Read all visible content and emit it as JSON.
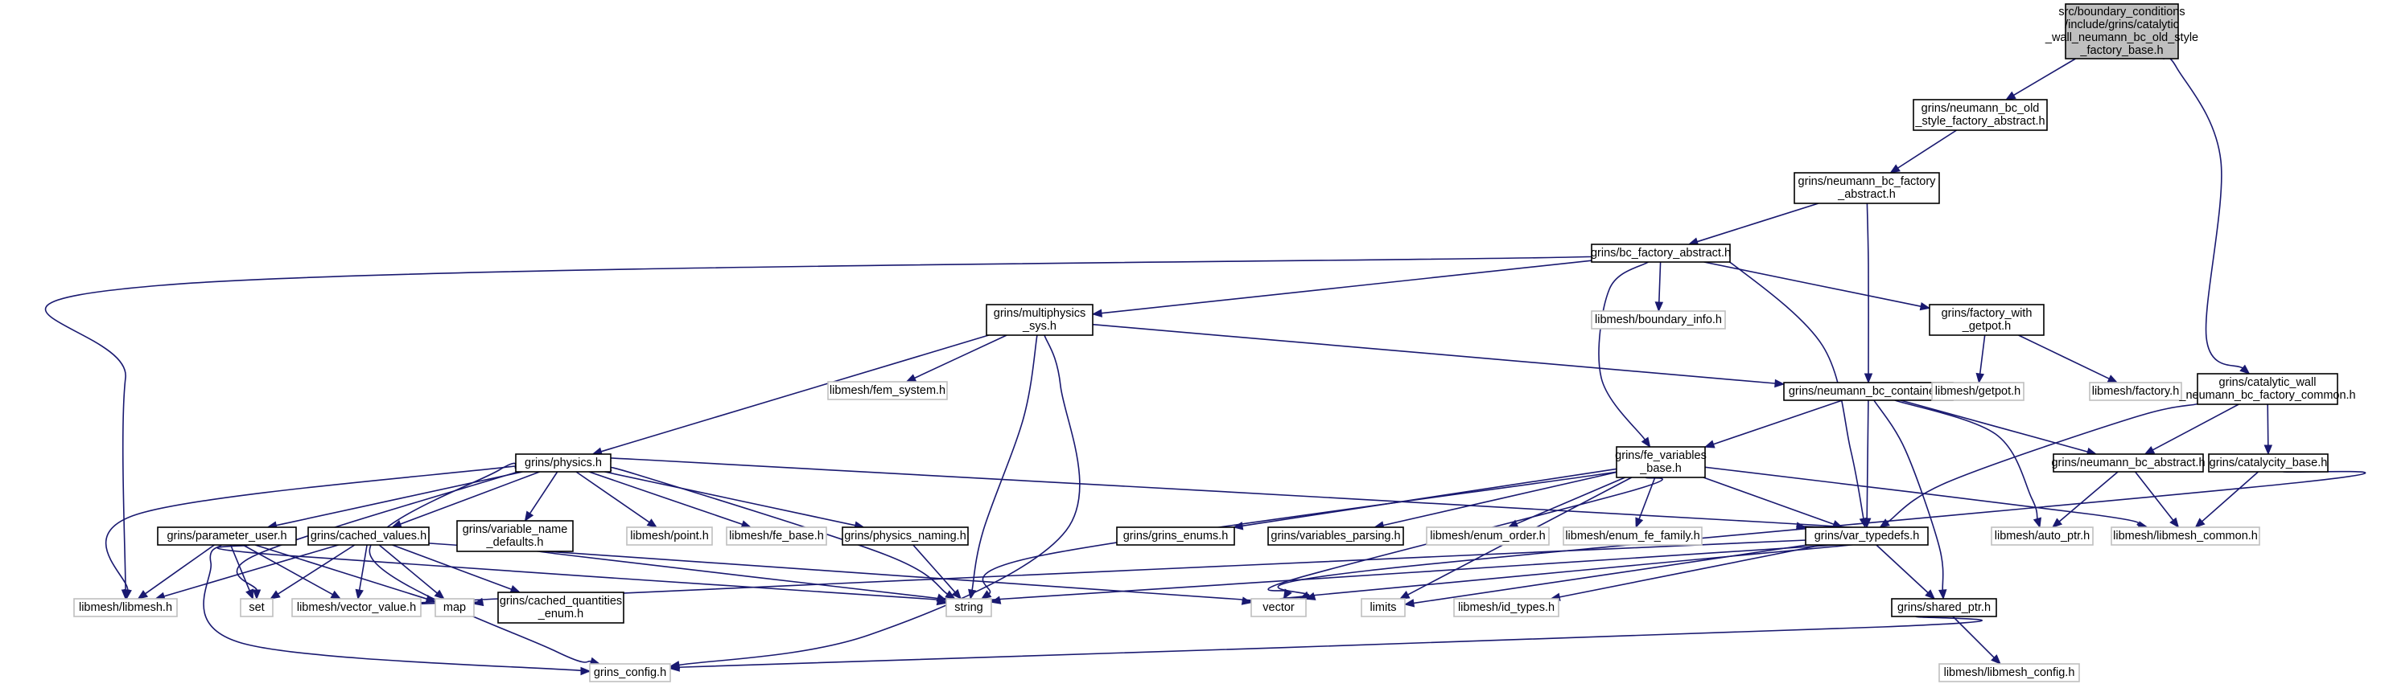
{
  "graph": {
    "colors": {
      "edge": "#191970",
      "root_fill": "#bfbfbf",
      "node_border": "#000000",
      "external_border": "#bfbfbf"
    },
    "nodes": [
      {
        "id": "root",
        "kind": "root",
        "lines": [
          "src/boundary_conditions",
          "/include/grins/catalytic",
          "_wall_neumann_bc_old_style",
          "_factory_base.h"
        ]
      },
      {
        "id": "neumann_bc_old_style_factory_abstract",
        "kind": "local",
        "lines": [
          "grins/neumann_bc_old",
          "_style_factory_abstract.h"
        ]
      },
      {
        "id": "neumann_bc_factory_abstract",
        "kind": "local",
        "lines": [
          "grins/neumann_bc_factory",
          "_abstract.h"
        ]
      },
      {
        "id": "bc_factory_abstract",
        "kind": "local",
        "lines": [
          "grins/bc_factory_abstract.h"
        ]
      },
      {
        "id": "multiphysics_sys",
        "kind": "local",
        "lines": [
          "grins/multiphysics",
          "_sys.h"
        ]
      },
      {
        "id": "boundary_info",
        "kind": "external",
        "lines": [
          "libmesh/boundary_info.h"
        ]
      },
      {
        "id": "factory_with_getpot",
        "kind": "local",
        "lines": [
          "grins/factory_with",
          "_getpot.h"
        ]
      },
      {
        "id": "fem_system",
        "kind": "external",
        "lines": [
          "libmesh/fem_system.h"
        ]
      },
      {
        "id": "neumann_bc_container",
        "kind": "local",
        "lines": [
          "grins/neumann_bc_container.h"
        ]
      },
      {
        "id": "getpot",
        "kind": "external",
        "lines": [
          "libmesh/getpot.h"
        ]
      },
      {
        "id": "factory",
        "kind": "external",
        "lines": [
          "libmesh/factory.h"
        ]
      },
      {
        "id": "catalytic_wall_common",
        "kind": "local",
        "lines": [
          "grins/catalytic_wall",
          "_neumann_bc_factory_common.h"
        ]
      },
      {
        "id": "physics",
        "kind": "local",
        "lines": [
          "grins/physics.h"
        ]
      },
      {
        "id": "fe_variables_base",
        "kind": "local",
        "lines": [
          "grins/fe_variables",
          "_base.h"
        ]
      },
      {
        "id": "neumann_bc_abstract",
        "kind": "local",
        "lines": [
          "grins/neumann_bc_abstract.h"
        ]
      },
      {
        "id": "catalycity_base",
        "kind": "local",
        "lines": [
          "grins/catalycity_base.h"
        ]
      },
      {
        "id": "parameter_user",
        "kind": "local",
        "lines": [
          "grins/parameter_user.h"
        ]
      },
      {
        "id": "cached_values",
        "kind": "local",
        "lines": [
          "grins/cached_values.h"
        ]
      },
      {
        "id": "variable_name_defaults",
        "kind": "local",
        "lines": [
          "grins/variable_name",
          "_defaults.h"
        ]
      },
      {
        "id": "point",
        "kind": "external",
        "lines": [
          "libmesh/point.h"
        ]
      },
      {
        "id": "fe_base",
        "kind": "external",
        "lines": [
          "libmesh/fe_base.h"
        ]
      },
      {
        "id": "physics_naming",
        "kind": "local",
        "lines": [
          "grins/physics_naming.h"
        ]
      },
      {
        "id": "grins_enums",
        "kind": "local",
        "lines": [
          "grins/grins_enums.h"
        ]
      },
      {
        "id": "variables_parsing",
        "kind": "local",
        "lines": [
          "grins/variables_parsing.h"
        ]
      },
      {
        "id": "enum_order",
        "kind": "external",
        "lines": [
          "libmesh/enum_order.h"
        ]
      },
      {
        "id": "enum_fe_family",
        "kind": "external",
        "lines": [
          "libmesh/enum_fe_family.h"
        ]
      },
      {
        "id": "var_typedefs",
        "kind": "local",
        "lines": [
          "grins/var_typedefs.h"
        ]
      },
      {
        "id": "auto_ptr",
        "kind": "external",
        "lines": [
          "libmesh/auto_ptr.h"
        ]
      },
      {
        "id": "libmesh_common",
        "kind": "external",
        "lines": [
          "libmesh/libmesh_common.h"
        ]
      },
      {
        "id": "libmesh",
        "kind": "external",
        "lines": [
          "libmesh/libmesh.h"
        ]
      },
      {
        "id": "set",
        "kind": "external",
        "lines": [
          "set"
        ]
      },
      {
        "id": "vector_value",
        "kind": "external",
        "lines": [
          "libmesh/vector_value.h"
        ]
      },
      {
        "id": "map",
        "kind": "external",
        "lines": [
          "map"
        ]
      },
      {
        "id": "cached_quantities_enum",
        "kind": "local",
        "lines": [
          "grins/cached_quantities",
          "_enum.h"
        ]
      },
      {
        "id": "string",
        "kind": "external",
        "lines": [
          "string"
        ]
      },
      {
        "id": "vector",
        "kind": "external",
        "lines": [
          "vector"
        ]
      },
      {
        "id": "limits",
        "kind": "external",
        "lines": [
          "limits"
        ]
      },
      {
        "id": "id_types",
        "kind": "external",
        "lines": [
          "libmesh/id_types.h"
        ]
      },
      {
        "id": "shared_ptr",
        "kind": "local",
        "lines": [
          "grins/shared_ptr.h"
        ]
      },
      {
        "id": "grins_config",
        "kind": "external",
        "lines": [
          "grins_config.h"
        ]
      },
      {
        "id": "libmesh_config",
        "kind": "external",
        "lines": [
          "libmesh/libmesh_config.h"
        ]
      }
    ],
    "edges": [
      [
        "root",
        "neumann_bc_old_style_factory_abstract"
      ],
      [
        "root",
        "catalytic_wall_common"
      ],
      [
        "neumann_bc_old_style_factory_abstract",
        "neumann_bc_factory_abstract"
      ],
      [
        "neumann_bc_factory_abstract",
        "bc_factory_abstract"
      ],
      [
        "neumann_bc_factory_abstract",
        "neumann_bc_container"
      ],
      [
        "bc_factory_abstract",
        "libmesh"
      ],
      [
        "bc_factory_abstract",
        "multiphysics_sys"
      ],
      [
        "bc_factory_abstract",
        "boundary_info"
      ],
      [
        "bc_factory_abstract",
        "factory_with_getpot"
      ],
      [
        "bc_factory_abstract",
        "fe_variables_base"
      ],
      [
        "bc_factory_abstract",
        "var_typedefs"
      ],
      [
        "multiphysics_sys",
        "fem_system"
      ],
      [
        "multiphysics_sys",
        "physics"
      ],
      [
        "multiphysics_sys",
        "neumann_bc_container"
      ],
      [
        "multiphysics_sys",
        "string"
      ],
      [
        "multiphysics_sys",
        "grins_config"
      ],
      [
        "factory_with_getpot",
        "getpot"
      ],
      [
        "factory_with_getpot",
        "factory"
      ],
      [
        "neumann_bc_container",
        "fe_variables_base"
      ],
      [
        "neumann_bc_container",
        "var_typedefs"
      ],
      [
        "neumann_bc_container",
        "neumann_bc_abstract"
      ],
      [
        "neumann_bc_container",
        "auto_ptr"
      ],
      [
        "neumann_bc_container",
        "shared_ptr"
      ],
      [
        "catalytic_wall_common",
        "neumann_bc_abstract"
      ],
      [
        "catalytic_wall_common",
        "catalycity_base"
      ],
      [
        "catalytic_wall_common",
        "var_typedefs"
      ],
      [
        "physics",
        "parameter_user"
      ],
      [
        "physics",
        "cached_values"
      ],
      [
        "physics",
        "variable_name_defaults"
      ],
      [
        "physics",
        "point"
      ],
      [
        "physics",
        "fe_base"
      ],
      [
        "physics",
        "physics_naming"
      ],
      [
        "physics",
        "var_typedefs"
      ],
      [
        "physics",
        "libmesh"
      ],
      [
        "physics",
        "set"
      ],
      [
        "physics",
        "string"
      ],
      [
        "physics",
        "grins_config"
      ],
      [
        "fe_variables_base",
        "grins_enums"
      ],
      [
        "fe_variables_base",
        "variables_parsing"
      ],
      [
        "fe_variables_base",
        "enum_order"
      ],
      [
        "fe_variables_base",
        "enum_fe_family"
      ],
      [
        "fe_variables_base",
        "var_typedefs"
      ],
      [
        "fe_variables_base",
        "libmesh_common"
      ],
      [
        "fe_variables_base",
        "string"
      ],
      [
        "fe_variables_base",
        "vector"
      ],
      [
        "fe_variables_base",
        "limits"
      ],
      [
        "neumann_bc_abstract",
        "auto_ptr"
      ],
      [
        "neumann_bc_abstract",
        "libmesh_common"
      ],
      [
        "catalycity_base",
        "libmesh_common"
      ],
      [
        "catalycity_base",
        "vector"
      ],
      [
        "parameter_user",
        "libmesh"
      ],
      [
        "parameter_user",
        "set"
      ],
      [
        "parameter_user",
        "vector_value"
      ],
      [
        "parameter_user",
        "map"
      ],
      [
        "parameter_user",
        "string"
      ],
      [
        "parameter_user",
        "grins_config"
      ],
      [
        "cached_values",
        "libmesh"
      ],
      [
        "cached_values",
        "set"
      ],
      [
        "cached_values",
        "vector_value"
      ],
      [
        "cached_values",
        "map"
      ],
      [
        "cached_values",
        "cached_quantities_enum"
      ],
      [
        "cached_values",
        "vector"
      ],
      [
        "variable_name_defaults",
        "string"
      ],
      [
        "physics_naming",
        "string"
      ],
      [
        "var_typedefs",
        "map"
      ],
      [
        "var_typedefs",
        "string"
      ],
      [
        "var_typedefs",
        "vector"
      ],
      [
        "var_typedefs",
        "limits"
      ],
      [
        "var_typedefs",
        "id_types"
      ],
      [
        "var_typedefs",
        "shared_ptr"
      ],
      [
        "shared_ptr",
        "grins_config"
      ],
      [
        "shared_ptr",
        "libmesh_config"
      ]
    ]
  }
}
